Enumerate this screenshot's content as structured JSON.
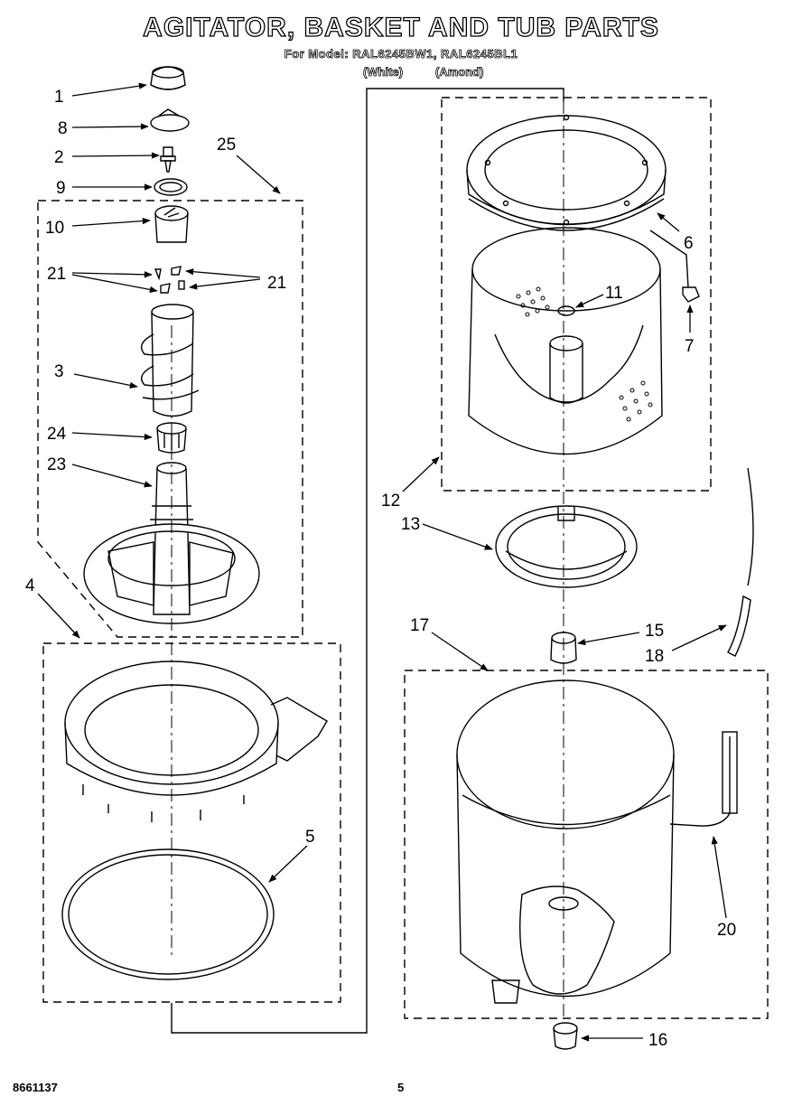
{
  "header": {
    "title": "AGITATOR, BASKET AND TUB PARTS",
    "subtitle": "For Model: RAL6245BW1, RAL6245BL1",
    "variant_white": "(White)",
    "variant_almond": "(Amond)"
  },
  "callouts": {
    "c1": "1",
    "c2": "2",
    "c3": "3",
    "c4": "4",
    "c5": "5",
    "c6": "6",
    "c7": "7",
    "c8": "8",
    "c9": "9",
    "c10": "10",
    "c11": "11",
    "c12": "12",
    "c13": "13",
    "c15": "15",
    "c16": "16",
    "c17": "17",
    "c18": "18",
    "c20": "20",
    "c21a": "21",
    "c21b": "21",
    "c23": "23",
    "c24": "24",
    "c25": "25"
  },
  "footer": {
    "doc_number": "8661137",
    "page_number": "5"
  }
}
